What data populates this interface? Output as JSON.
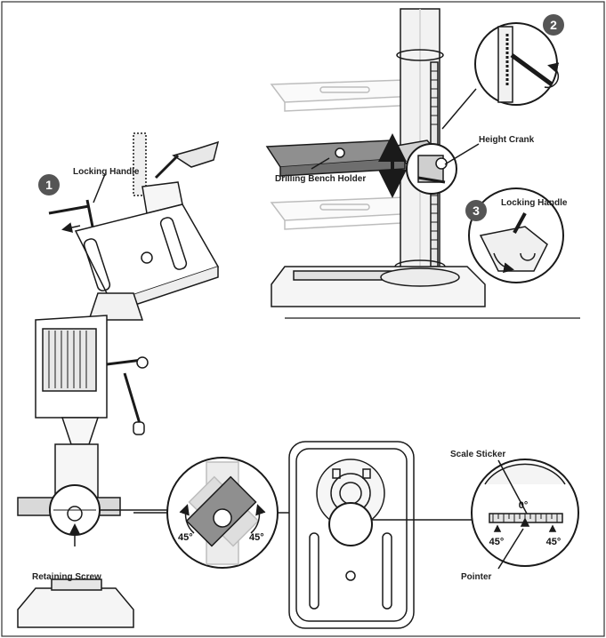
{
  "labels": {
    "locking_handle_left": "Locking Handle",
    "drilling_bench_holder": "Drilling Bench Holder",
    "height_crank": "Height Crank",
    "locking_handle_right": "Locking Handle",
    "retaining_screw": "Retaining Screw",
    "scale_sticker": "Scale Sticker",
    "pointer": "Pointer"
  },
  "steps": [
    "1",
    "2",
    "3"
  ],
  "angles": {
    "tilt_left": "45°",
    "tilt_right": "45°",
    "scale_zero": "0°",
    "scale_left": "45°",
    "scale_right": "45°"
  },
  "colors": {
    "line": "#1a1a1a",
    "ghost": "#b8b8b8",
    "step_badge": "#555555",
    "gray_fill": "#d9d9d9"
  }
}
